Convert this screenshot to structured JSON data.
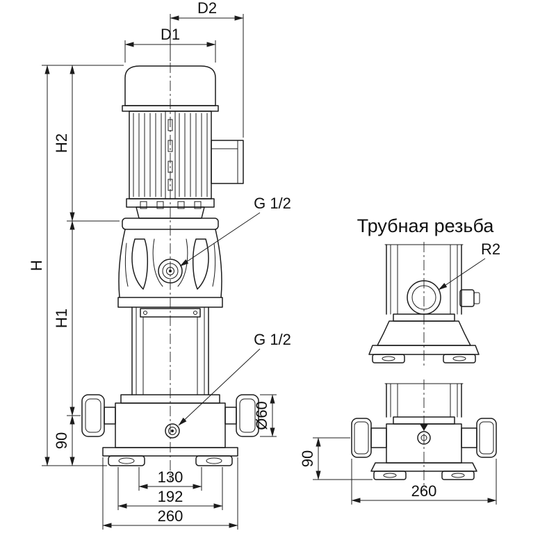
{
  "main_view": {
    "dim_d2": "D2",
    "dim_d1": "D1",
    "dim_h": "H",
    "dim_h2": "H2",
    "dim_h1": "H1",
    "dim_90": "90",
    "dim_dia60": "Ø60",
    "dim_130": "130",
    "dim_192": "192",
    "dim_260": "260",
    "label_port_head": "G 1/2",
    "label_port_drain": "G 1/2"
  },
  "thread_view": {
    "title": "Трубная резьба",
    "label_r2": "R2"
  },
  "front_view": {
    "dim_90": "90",
    "dim_260": "260"
  },
  "colors": {
    "line": "#1c1c1c",
    "background": "#ffffff"
  }
}
